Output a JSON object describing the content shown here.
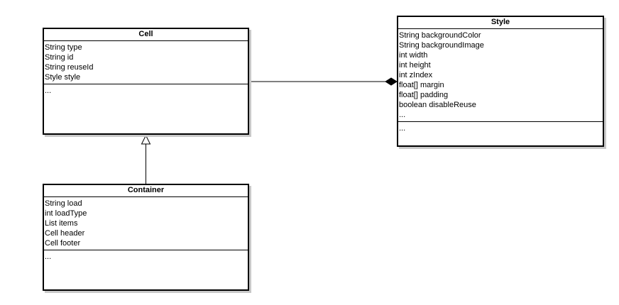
{
  "classes": {
    "cell": {
      "name": "Cell",
      "attributes": [
        "String type",
        "String id",
        "String reuseId",
        "Style style"
      ],
      "operations": "..."
    },
    "container": {
      "name": "Container",
      "attributes": [
        "String load",
        "int loadType",
        "List items",
        "Cell header",
        "Cell footer"
      ],
      "operations": "..."
    },
    "style": {
      "name": "Style",
      "attributes": [
        "String backgroundColor",
        "String backgroundImage",
        "int width",
        "int height",
        "int zIndex",
        "float[] margin",
        "float[] padding",
        "boolean disableReuse",
        "..."
      ],
      "operations": "..."
    }
  },
  "relations": [
    {
      "type": "inheritance",
      "from": "Container",
      "to": "Cell"
    },
    {
      "type": "composition",
      "from": "Cell",
      "to": "Style"
    }
  ]
}
